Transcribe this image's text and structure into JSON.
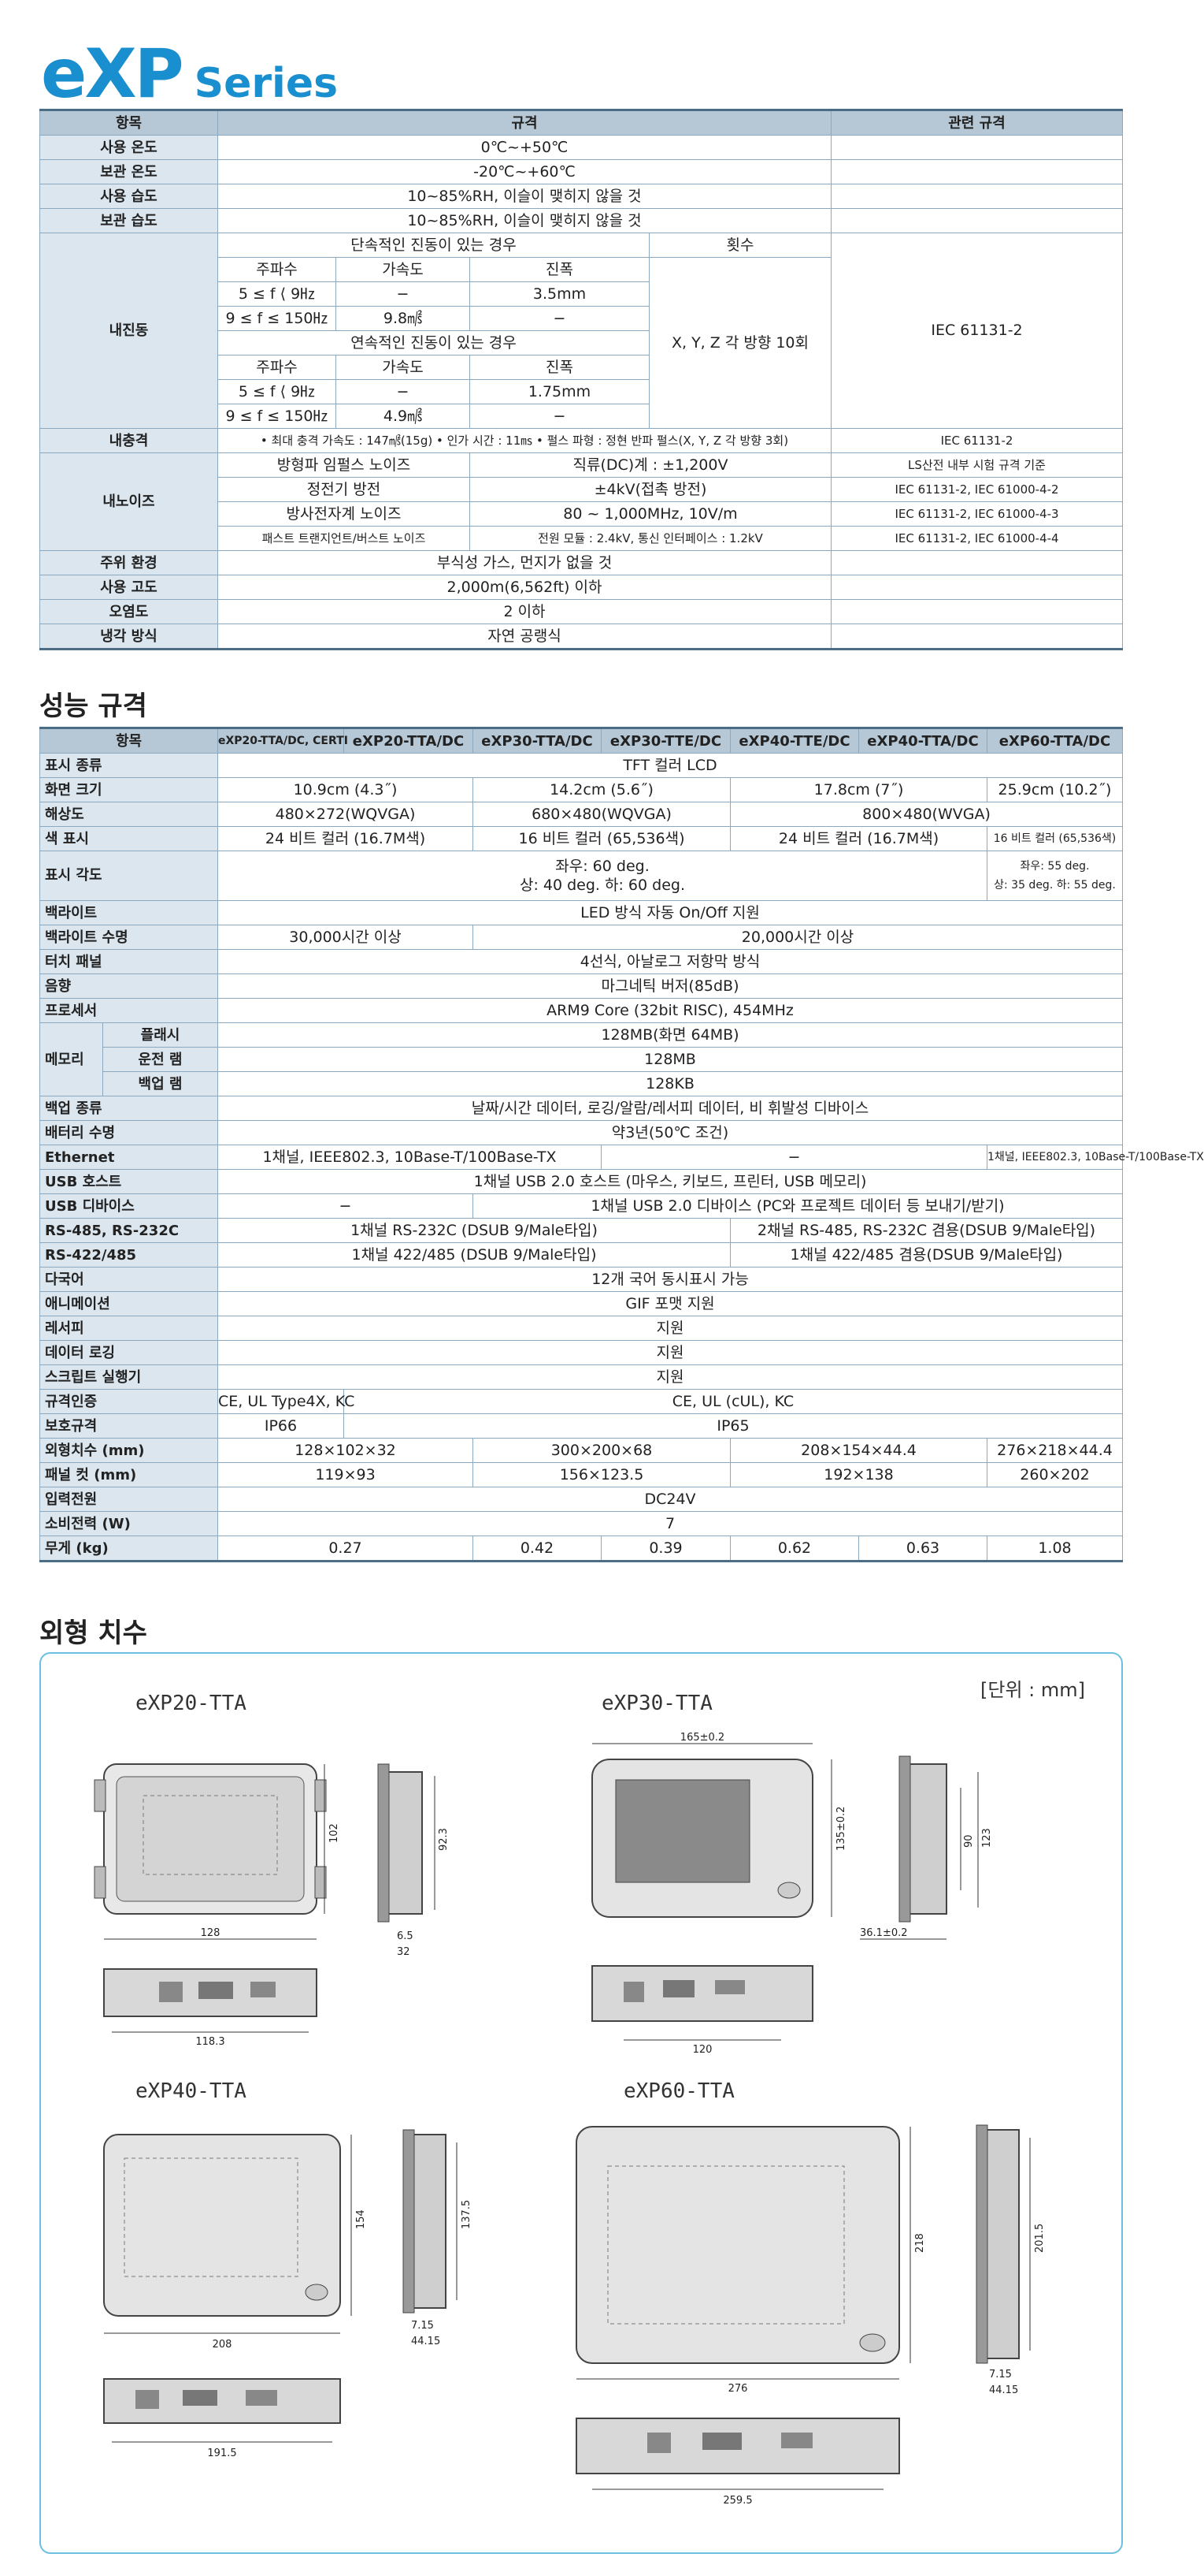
{
  "title": {
    "big": "eXP",
    "small": "Series"
  },
  "env": {
    "headers": [
      "항목",
      "규격",
      "관련 규격"
    ],
    "rows": {
      "op_temp": {
        "label": "사용 온도",
        "value": "0℃~+50℃",
        "std": ""
      },
      "store_temp": {
        "label": "보관 온도",
        "value": "-20℃~+60℃",
        "std": ""
      },
      "op_humid": {
        "label": "사용 습도",
        "value": "10~85%RH, 이슬이 맺히지 않을 것",
        "std": ""
      },
      "store_humid": {
        "label": "보관 습도",
        "value": "10~85%RH, 이슬이 맺히지 않을 것",
        "std": ""
      }
    },
    "vib": {
      "label": "내진동",
      "intermittent": "단속적인 진동이 있는 경우",
      "count": "횟수",
      "freq": "주파수",
      "accel": "가속도",
      "amp": "진폭",
      "r1": [
        "5 ≤ f ⟨ 9㎐",
        "−",
        "3.5mm"
      ],
      "r2": [
        "9 ≤ f ≤ 150㎐",
        "9.8㎨",
        "−"
      ],
      "continuous": "연속적인 진동이 있는 경우",
      "r3": [
        "5 ≤ f ⟨ 9㎐",
        "−",
        "1.75mm"
      ],
      "r4": [
        "9 ≤ f ≤ 150㎐",
        "4.9㎨",
        "−"
      ],
      "axes": "X, Y, Z 각 방향 10회",
      "std": "IEC 61131-2"
    },
    "shock": {
      "label": "내충격",
      "value": "• 최대 충격 가속도 : 147㎨(15g)   • 인가 시간 : 11㎳   • 펄스 파형 : 정현 반파 펄스(X, Y, Z 각 방향 3회)",
      "std": "IEC 61131-2"
    },
    "noise": {
      "label": "내노이즈",
      "r1": [
        "방형파 임펄스 노이즈",
        "직류(DC)계 : ±1,200V",
        "LS산전 내부 시험 규격 기준"
      ],
      "r2": [
        "정전기 방전",
        "±4kV(접촉 방전)",
        "IEC 61131-2, IEC 61000-4-2"
      ],
      "r3": [
        "방사전자계 노이즈",
        "80 ~ 1,000MHz, 10V/m",
        "IEC 61131-2, IEC 61000-4-3"
      ],
      "r4": [
        "패스트 트랜지언트/버스트 노이즈",
        "전원 모듈 : 2.4kV, 통신 인터페이스 : 1.2kV",
        "IEC 61131-2, IEC 61000-4-4"
      ]
    },
    "tail": {
      "ambient": {
        "label": "주위 환경",
        "value": "부식성 가스, 먼지가 없을 것"
      },
      "altitude": {
        "label": "사용 고도",
        "value": "2,000m(6,562ft) 이하"
      },
      "pollution": {
        "label": "오염도",
        "value": "2 이하"
      },
      "cooling": {
        "label": "냉각 방식",
        "value": "자연 공랭식"
      }
    }
  },
  "perf_title": "성능 규격",
  "perf": {
    "headers": [
      "항목",
      "eXP20-TTA/DC, CERTI",
      "eXP20-TTA/DC",
      "eXP30-TTA/DC",
      "eXP30-TTE/DC",
      "eXP40-TTE/DC",
      "eXP40-TTA/DC",
      "eXP60-TTA/DC"
    ],
    "display": {
      "label": "표시 종류",
      "value": "TFT 컬러 LCD"
    },
    "screen": {
      "label": "화면 크기",
      "v": [
        "10.9cm (4.3˝)",
        "14.2cm (5.6˝)",
        "17.8cm (7˝)",
        "25.9cm (10.2˝)"
      ]
    },
    "res": {
      "label": "해상도",
      "v": [
        "480×272(WQVGA)",
        "680×480(WQVGA)",
        "800×480(WVGA)"
      ]
    },
    "color": {
      "label": "색 표시",
      "v": [
        "24 비트 컬러 (16.7M색)",
        "16 비트 컬러 (65,536색)",
        "24 비트 컬러 (16.7M색)",
        "16 비트 컬러 (65,536색)"
      ]
    },
    "angle": {
      "label": "표시 각도",
      "v1": "좌우: 60 deg.",
      "v2": "상: 40 deg. 하: 60 deg.",
      "w1": "좌우: 55 deg.",
      "w2": "상: 35 deg. 하: 55 deg."
    },
    "backlight": {
      "label": "백라이트",
      "value": "LED 방식 자동 On/Off 지원"
    },
    "bl_life": {
      "label": "백라이트 수명",
      "v": [
        "30,000시간 이상",
        "20,000시간 이상"
      ]
    },
    "touch": {
      "label": "터치 패널",
      "value": "4선식, 아날로그 저항막 방식"
    },
    "sound": {
      "label": "음향",
      "value": "마그네틱 버저(85dB)"
    },
    "cpu": {
      "label": "프로세서",
      "value": "ARM9 Core (32bit RISC), 454MHz"
    },
    "mem": {
      "label": "메모리",
      "flash": "플래시",
      "flash_v": "128MB(화면 64MB)",
      "ram": "운전 램",
      "ram_v": "128MB",
      "bram": "백업 램",
      "bram_v": "128KB"
    },
    "backup": {
      "label": "백업 종류",
      "value": "날짜/시간 데이터, 로깅/알람/레서피 데이터, 비 휘발성 디바이스"
    },
    "battery": {
      "label": "배터리 수명",
      "value": "약3년(50℃ 조건)"
    },
    "ethernet": {
      "label": "Ethernet",
      "v": [
        "1채널, IEEE802.3, 10Base-T/100Base-TX",
        "−",
        "1채널, IEEE802.3, 10Base-T/100Base-TX"
      ]
    },
    "usbhost": {
      "label": "USB 호스트",
      "value": "1채널 USB 2.0 호스트 (마우스, 키보드, 프린터, USB 메모리)"
    },
    "usbdev": {
      "label": "USB 디바이스",
      "v": [
        "−",
        "1채널 USB 2.0 디바이스 (PC와 프로젝트 데이터 등 보내기/받기)"
      ]
    },
    "rs232": {
      "label": "RS-485, RS-232C",
      "v": [
        "1채널 RS-232C (DSUB 9/Male타입)",
        "2채널 RS-485, RS-232C 겸용(DSUB 9/Male타입)"
      ]
    },
    "rs422": {
      "label": "RS-422/485",
      "v": [
        "1채널 422/485 (DSUB 9/Male타입)",
        "1채널 422/485 겸용(DSUB 9/Male타입)"
      ]
    },
    "lang": {
      "label": "다국어",
      "value": "12개 국어 동시표시 가능"
    },
    "anim": {
      "label": "애니메이션",
      "value": "GIF 포맷 지원"
    },
    "recipe": {
      "label": "레서피",
      "value": "지원"
    },
    "logging": {
      "label": "데이터 로깅",
      "value": "지원"
    },
    "script": {
      "label": "스크립트 실행기",
      "value": "지원"
    },
    "cert": {
      "label": "규격인증",
      "v": [
        "CE, UL Type4X, KC",
        "CE, UL (cUL), KC"
      ]
    },
    "ip": {
      "label": "보호규격",
      "v": [
        "IP66",
        "IP65"
      ]
    },
    "outer": {
      "label": "외형치수 (mm)",
      "v": [
        "128×102×32",
        "300×200×68",
        "208×154×44.4",
        "276×218×44.4"
      ]
    },
    "panel": {
      "label": "패널 컷 (mm)",
      "v": [
        "119×93",
        "156×123.5",
        "192×138",
        "260×202"
      ]
    },
    "power": {
      "label": "입력전원",
      "value": "DC24V"
    },
    "consumption": {
      "label": "소비전력 (W)",
      "value": "7"
    },
    "weight": {
      "label": "무게 (kg)",
      "v": [
        "0.27",
        "0.42",
        "0.39",
        "0.62",
        "0.63",
        "1.08"
      ]
    }
  },
  "dims_title": "외형 치수",
  "dims": {
    "unit": "[단위 : mm]",
    "m20": {
      "name": "eXP20-TTA",
      "w": "128",
      "h": "102",
      "h2": "92.3",
      "d1": "6.5",
      "d2": "32",
      "b": "118.3"
    },
    "m30": {
      "name": "eXP30-TTA",
      "w": "165±0.2",
      "h": "135±0.2",
      "h2": "90",
      "h3": "123",
      "d": "36.1±0.2",
      "b": "120"
    },
    "m40": {
      "name": "eXP40-TTA",
      "w": "208",
      "h": "154",
      "h2": "137.5",
      "d1": "7.15",
      "d2": "44.15",
      "b": "191.5"
    },
    "m60": {
      "name": "eXP60-TTA",
      "w": "276",
      "h": "218",
      "h2": "201.5",
      "d1": "7.15",
      "d2": "44.15",
      "b": "259.5"
    }
  }
}
